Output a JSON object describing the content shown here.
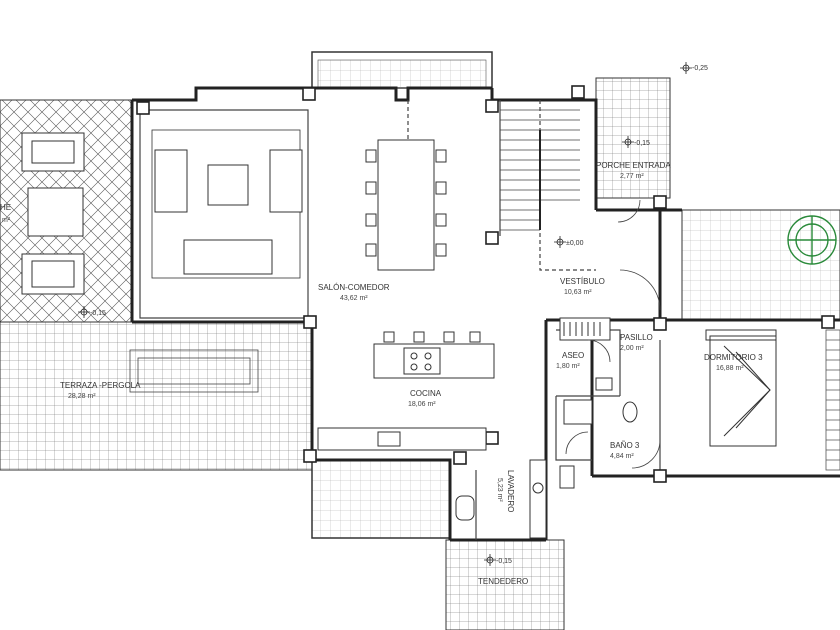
{
  "rooms": {
    "porche": {
      "name": "HE",
      "area": "m²"
    },
    "salon": {
      "name": "SALÓN-COMEDOR",
      "area": "43,62 m²"
    },
    "terraza": {
      "name": "TERRAZA -PERGOLA",
      "area": "28,28 m²"
    },
    "cocina": {
      "name": "COCINA",
      "area": "18,06 m²"
    },
    "vestibulo": {
      "name": "VESTÍBULO",
      "area": "10,63 m²"
    },
    "porche_entrada": {
      "name": "PORCHE ENTRADA",
      "area": "2,77 m²"
    },
    "pasillo": {
      "name": "PASILLO",
      "area": "2,00 m²"
    },
    "aseo": {
      "name": "ASEO",
      "area": "1,80 m²"
    },
    "dormitorio3": {
      "name": "DORMITORIO 3",
      "area": "16,88 m²"
    },
    "bano3": {
      "name": "BAÑO 3",
      "area": "4,84 m²"
    },
    "lavadero": {
      "name": "LAVADERO",
      "area": "5,23 m²"
    },
    "tendedero": {
      "name": "TENDEDERO"
    }
  },
  "levels": {
    "top_right": "-0,25",
    "porche_entrada": "-0,15",
    "vestibulo": "±0,00",
    "terraza": "-0,15",
    "tendedero": "-0,15"
  }
}
